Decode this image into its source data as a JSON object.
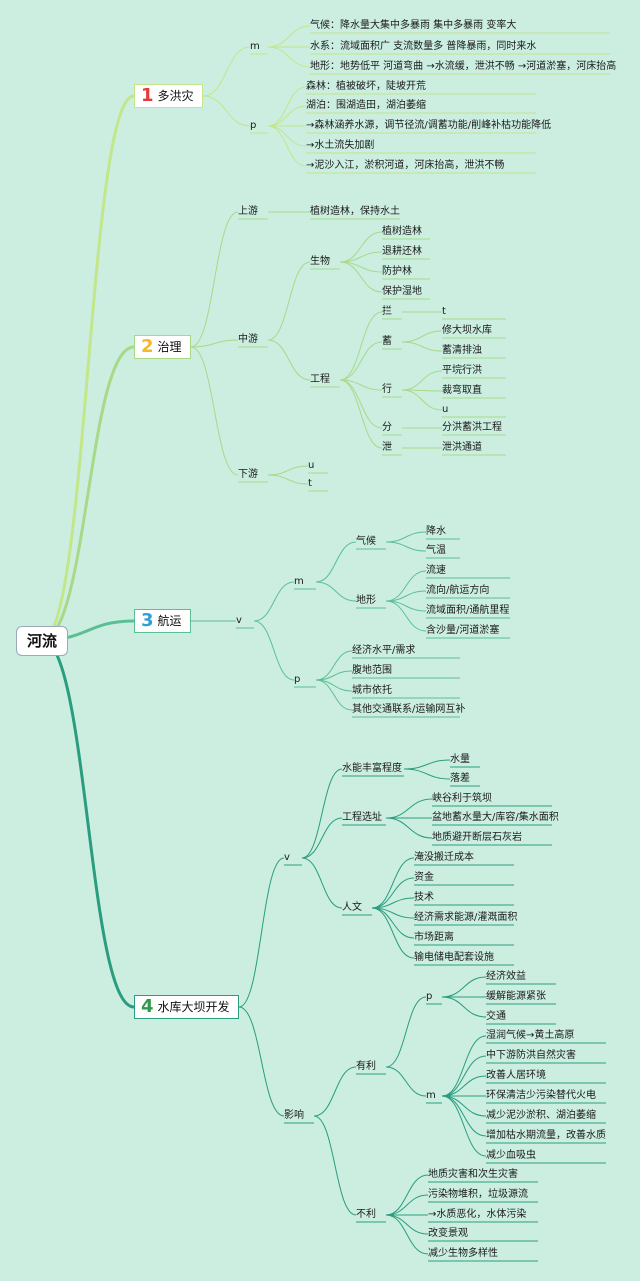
{
  "root": "河流",
  "colors": {
    "b1": "#c3e68a",
    "b2": "#a7d989",
    "b3": "#5bbf96",
    "b4": "#2a9d7f",
    "n1": "#e43c3c",
    "n2": "#f2b92e",
    "n3": "#2f9fd9",
    "n4": "#2f9a4f"
  },
  "branches": [
    {
      "num": "1",
      "label": "多洪灾",
      "items": [
        {
          "label": "m",
          "items": [
            "气候：降水量大集中多暴雨 集中多暴雨 变率大",
            "水系：流域面积广 支流数量多 普降暴雨，同时来水",
            "地形：地势低平 河道弯曲 →水流缓，泄洪不畅 →河道淤塞，河床抬高"
          ]
        },
        {
          "label": "p",
          "items": [
            "森林：植被破坏，陡坡开荒",
            "湖泊：围湖造田，湖泊萎缩",
            "→森林涵养水源，调节径流/调蓄功能/削峰补枯功能降低",
            "→水土流失加剧",
            "→泥沙入江，淤积河道，河床抬高，泄洪不畅"
          ]
        }
      ]
    },
    {
      "num": "2",
      "label": "治理",
      "items": [
        {
          "label": "上游",
          "items": [
            "植树造林，保持水土"
          ]
        },
        {
          "label": "中游",
          "items": [
            {
              "label": "生物",
              "items": [
                "植树造林",
                "退耕还林",
                "防护林",
                "保护湿地"
              ]
            },
            {
              "label": "工程",
              "items": [
                {
                  "label": "拦",
                  "items": [
                    "t"
                  ]
                },
                {
                  "label": "蓄",
                  "items": [
                    "修大坝水库",
                    "蓄清排浊"
                  ]
                },
                {
                  "label": "行",
                  "items": [
                    "平垸行洪",
                    "裁弯取直",
                    "u"
                  ]
                },
                {
                  "label": "分",
                  "items": [
                    "分洪蓄洪工程"
                  ]
                },
                {
                  "label": "泄",
                  "items": [
                    "泄洪通道"
                  ]
                }
              ]
            }
          ]
        },
        {
          "label": "下游",
          "items": [
            "u",
            "t"
          ]
        }
      ]
    },
    {
      "num": "3",
      "label": "航运",
      "items": [
        {
          "label": "v",
          "items": [
            {
              "label": "m",
              "items": [
                {
                  "label": "气候",
                  "items": [
                    "降水",
                    "气温"
                  ]
                },
                {
                  "label": "地形",
                  "items": [
                    "流速",
                    "流向/航运方向",
                    "流域面积/通航里程",
                    "含沙量/河道淤塞"
                  ]
                }
              ]
            },
            {
              "label": "p",
              "items": [
                "经济水平/需求",
                "腹地范围",
                "城市依托",
                "其他交通联系/运输网互补"
              ]
            }
          ]
        }
      ]
    },
    {
      "num": "4",
      "label": "水库大坝开发",
      "items": [
        {
          "label": "v",
          "items": [
            {
              "label": "水能丰富程度",
              "items": [
                "水量",
                "落差"
              ]
            },
            {
              "label": "工程选址",
              "items": [
                "峡谷利于筑坝",
                "盆地蓄水量大/库容/集水面积",
                "地质避开断层石灰岩"
              ]
            },
            {
              "label": "人文",
              "items": [
                "淹没搬迁成本",
                "资金",
                "技术",
                "经济需求能源/灌溉面积",
                "市场距离",
                "输电储电配套设施"
              ]
            }
          ]
        },
        {
          "label": "影响",
          "items": [
            {
              "label": "有利",
              "items": [
                {
                  "label": "p",
                  "items": [
                    "经济效益",
                    "缓解能源紧张",
                    "交通"
                  ]
                },
                {
                  "label": "m",
                  "items": [
                    "湿润气候→黄土高原",
                    "中下游防洪自然灾害",
                    "改善人居环境",
                    "环保清洁少污染替代火电",
                    "减少泥沙淤积、湖泊萎缩",
                    "增加枯水期流量，改善水质",
                    "减少血吸虫"
                  ]
                }
              ]
            },
            {
              "label": "不利",
              "items": [
                "地质灾害和次生灾害",
                "污染物堆积，垃圾源流",
                "→水质恶化，水体污染",
                "改变景观",
                "减少生物多样性"
              ]
            }
          ]
        }
      ]
    }
  ]
}
